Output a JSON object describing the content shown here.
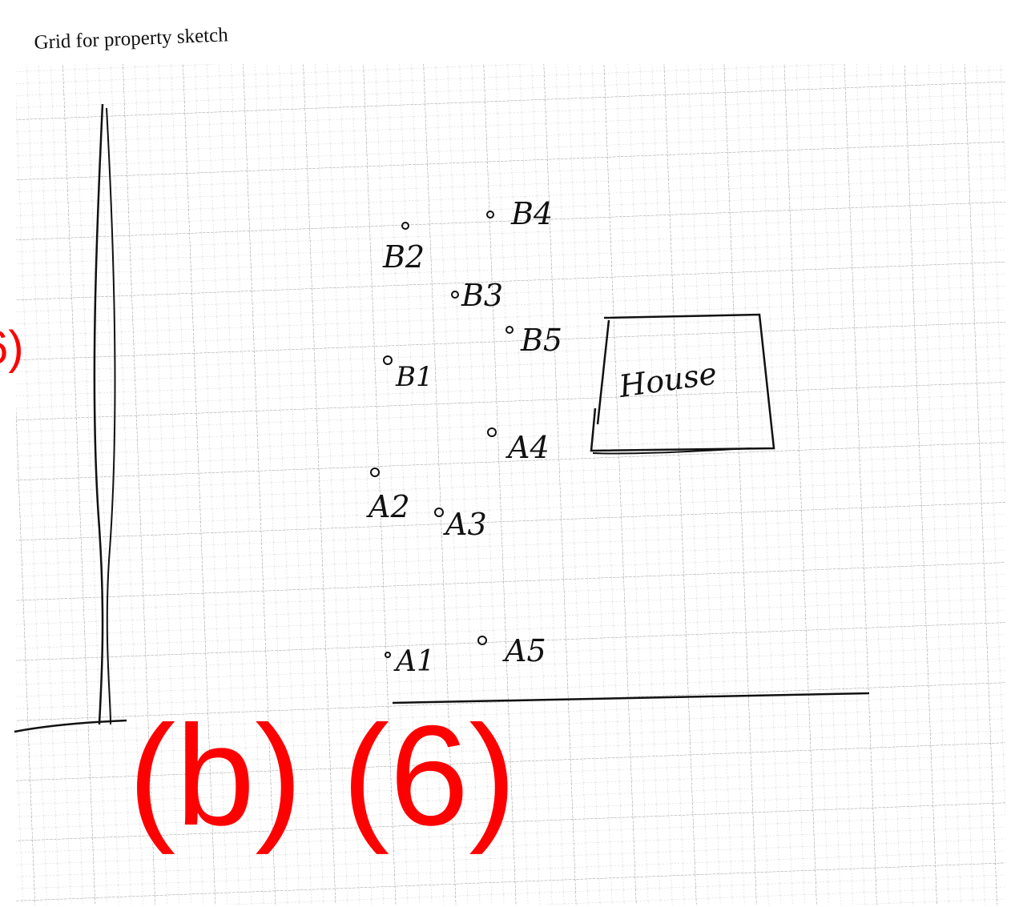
{
  "document": {
    "title": "Grid for property sketch"
  },
  "sketch": {
    "house_label": "House",
    "points": [
      {
        "id": "b1",
        "label": "B1"
      },
      {
        "id": "b2",
        "label": "B2"
      },
      {
        "id": "b3",
        "label": "B3"
      },
      {
        "id": "b4",
        "label": "B4"
      },
      {
        "id": "b5",
        "label": "B5"
      },
      {
        "id": "a1",
        "label": "A1"
      },
      {
        "id": "a2",
        "label": "A2"
      },
      {
        "id": "a3",
        "label": "A3"
      },
      {
        "id": "a4",
        "label": "A4"
      },
      {
        "id": "a5",
        "label": "A5"
      }
    ]
  },
  "overlay": {
    "main_label": "(b) (6)",
    "side_label": "6)",
    "color": "#ff0000"
  },
  "colors": {
    "ink": "#111111",
    "grid": "#b8b8b8",
    "paper": "#ffffff"
  }
}
